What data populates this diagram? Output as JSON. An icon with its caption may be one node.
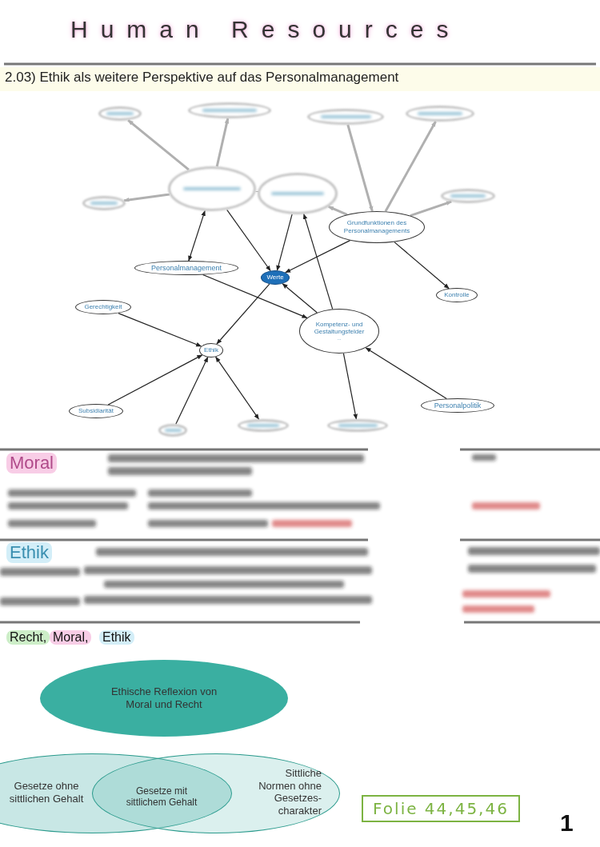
{
  "diagram": {
    "title": "Human Resources",
    "nodes": [
      {
        "text": [],
        "shape": "ellipse"
      },
      {
        "text": [],
        "shape": "ellipse"
      },
      {
        "text": [],
        "shape": "ellipse"
      },
      {
        "text": [],
        "shape": "ellipse"
      },
      {
        "text": [],
        "shape": "ellipse"
      },
      {
        "text": [],
        "shape": "ellipse"
      },
      {
        "text": [],
        "shape": "ellipse"
      },
      {
        "text": [],
        "shape": "ellipse"
      },
      {
        "text": [
          "Grundfunktionen des Personalmanagements"
        ]
      },
      {
        "text": [
          "Personalmanagement"
        ]
      },
      {
        "text": [
          "Werte"
        ]
      },
      {
        "text": [
          "Kontrolle"
        ]
      },
      {
        "text": [
          "Gerechtigkeit"
        ]
      },
      {
        "text": [
          "Kompetenz- und Gestaltungsfelder",
          "..."
        ]
      },
      {
        "text": [
          "Ethik"
        ]
      },
      {
        "text": [
          "Subsidiarität"
        ]
      },
      {
        "text": [],
        "shape": "ellipse"
      },
      {
        "text": [],
        "shape": "ellipse"
      },
      {
        "text": [],
        "shape": "ellipse"
      },
      {
        "text": [
          "Personalpolitik"
        ]
      },
      {
        "text": [
          "Ethische Reflexion von Moral und Recht"
        ]
      },
      {
        "text": [
          "Gesetze ohne sittlichen Gehalt"
        ]
      },
      {
        "text": [
          "Sittliche Normen ohne Gesetzes-charakter"
        ]
      },
      {
        "text": [
          "Folie 44,45,46"
        ]
      }
    ],
    "edges": [
      {
        "from": 5,
        "to": 0,
        "arrow": "to",
        "style": "thick",
        "color": "#b0b0b0"
      },
      {
        "from": 5,
        "to": 1,
        "arrow": "to",
        "style": "thick",
        "color": "#b0b0b0"
      },
      {
        "from": 5,
        "to": 4,
        "arrow": "to",
        "style": "thick",
        "color": "#b0b0b0"
      },
      {
        "from": 6,
        "to": 5,
        "arrow": "to",
        "style": "thick",
        "color": "#b0b0b0"
      },
      {
        "from": 8,
        "to": 6,
        "arrow": "to",
        "style": "thick",
        "color": "#b0b0b0"
      },
      {
        "from": 2,
        "to": 8,
        "arrow": "to",
        "style": "thick",
        "color": "#b0b0b0"
      },
      {
        "from": 8,
        "to": 3,
        "arrow": "to",
        "style": "thick",
        "color": "#b0b0b0"
      },
      {
        "from": 8,
        "to": 7,
        "arrow": "to",
        "style": "thick",
        "color": "#b0b0b0"
      },
      {
        "from": 9,
        "to": 5,
        "arrow": "both"
      },
      {
        "from": 5,
        "to": 10,
        "arrow": "to"
      },
      {
        "from": 6,
        "to": 10,
        "arrow": "to"
      },
      {
        "from": 13,
        "to": 6,
        "arrow": "to"
      },
      {
        "from": 8,
        "to": 10,
        "arrow": "to"
      },
      {
        "from": 8,
        "to": 11,
        "arrow": "to"
      },
      {
        "from": 9,
        "to": 13,
        "arrow": "to"
      },
      {
        "from": 13,
        "to": 10,
        "arrow": "to"
      },
      {
        "from": 10,
        "to": 14,
        "arrow": "to"
      },
      {
        "from": 12,
        "to": 14,
        "arrow": "to"
      },
      {
        "from": 15,
        "to": 14,
        "arrow": "to"
      },
      {
        "from": 16,
        "to": 14,
        "arrow": "to"
      },
      {
        "from": 14,
        "to": 17,
        "arrow": "both"
      },
      {
        "from": 13,
        "to": 18,
        "arrow": "to"
      },
      {
        "from": 19,
        "to": 13,
        "arrow": "to"
      }
    ],
    "labels": [
      "2.03) Ethik als weitere Perspektive auf das Personalmanagement",
      "Moral",
      "Ethik",
      "Recht,",
      "Moral,",
      "Ethik",
      "Gesetze mit sittlichem Gehalt",
      "1"
    ]
  }
}
